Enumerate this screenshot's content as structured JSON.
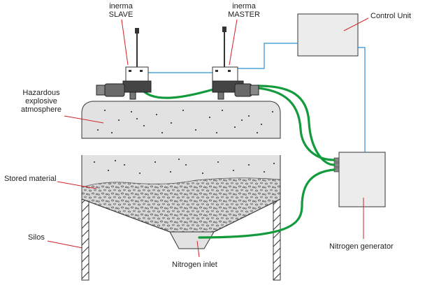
{
  "labels": {
    "slave_line1": "inerma",
    "slave_line2": "SLAVE",
    "master_line1": "inerma",
    "master_line2": "MASTER",
    "control_unit": "Control Unit",
    "hazard_line1": "Hazardous",
    "hazard_line2": "explosive",
    "hazard_line3": "atmosphere",
    "stored_material": "Stored material",
    "silos": "Silos",
    "nitrogen_inlet": "Nitrogen inlet",
    "nitrogen_generator": "Nitrogen generator"
  },
  "colors": {
    "hose": "#139a3c",
    "signal_cable": "#2b8fd0",
    "leader_line": "#d2232a",
    "silo_fill": "#e2e2e2",
    "box_fill": "#ececec",
    "outline": "#333333"
  }
}
